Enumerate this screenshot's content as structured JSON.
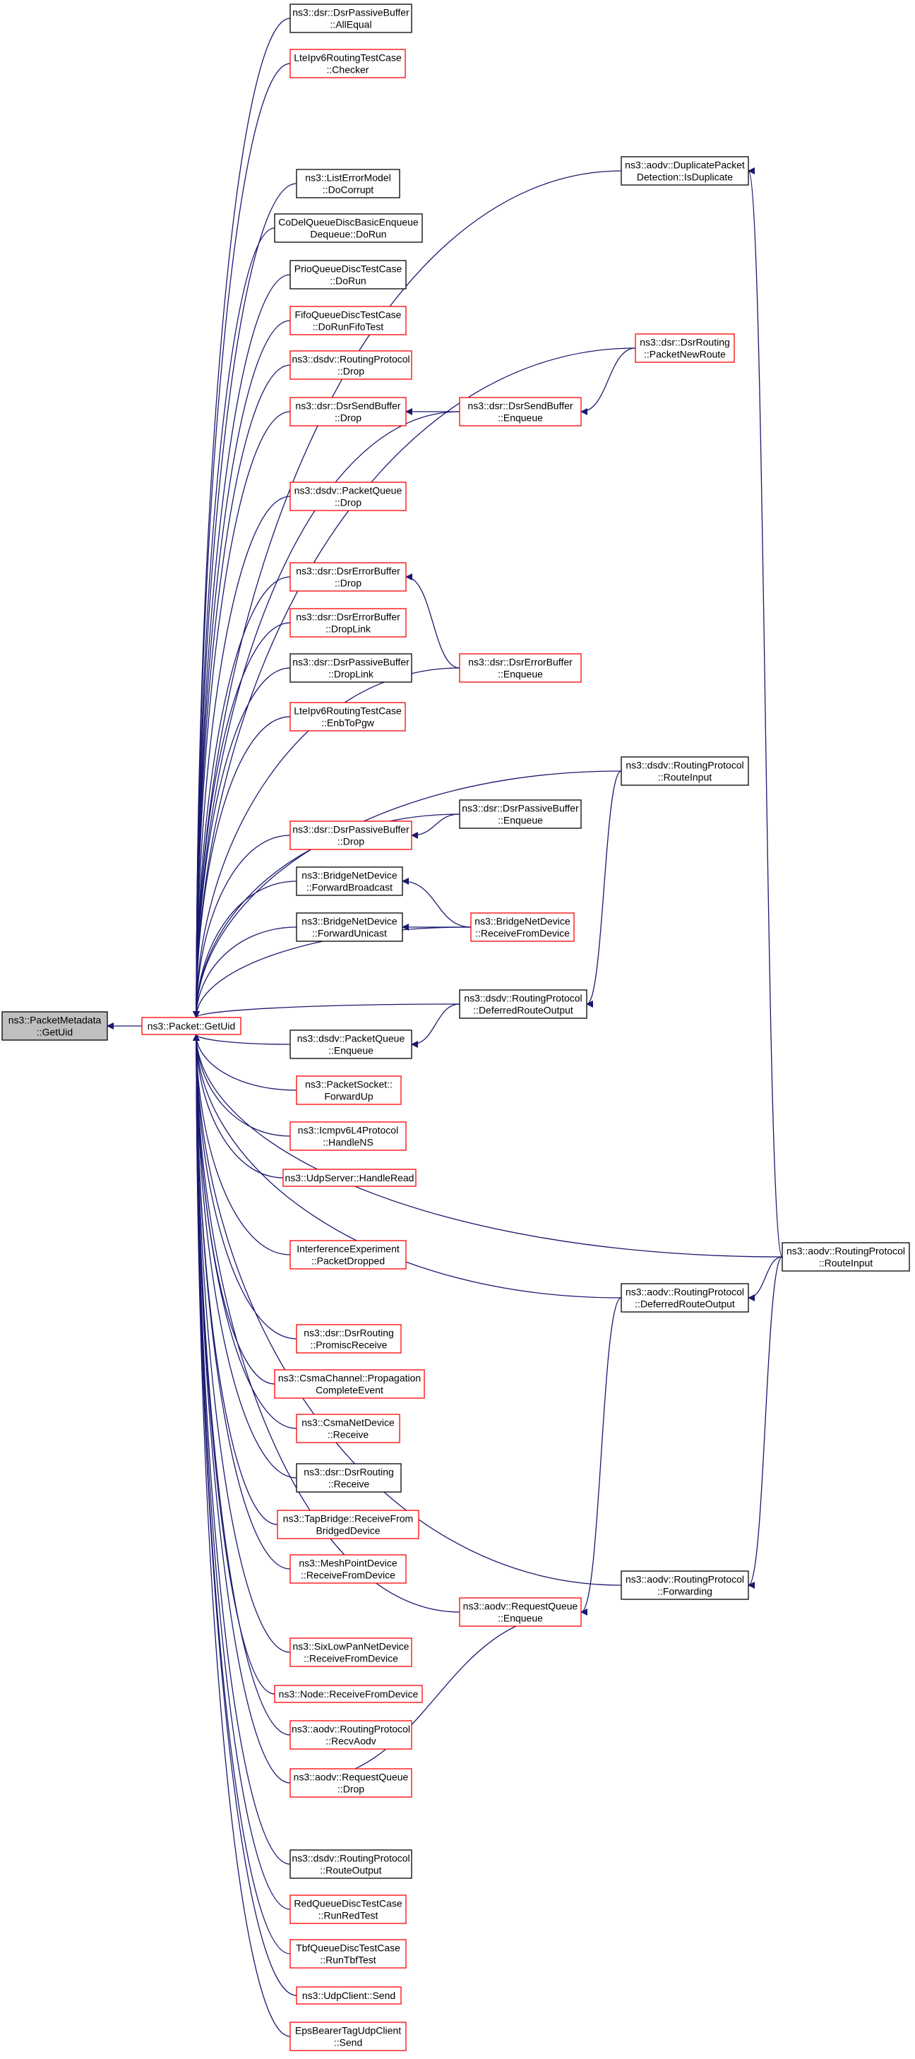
{
  "colors": {
    "edge": "#191970",
    "border_link": "#ff0000",
    "border_plain": "#000000",
    "fill_root": "#bfbfbf",
    "fill_node": "#ffffff"
  },
  "nodes": {
    "root": {
      "lines": [
        "ns3::PacketMetadata",
        "::GetUid"
      ],
      "style": "root"
    },
    "getuid": {
      "lines": [
        "ns3::Packet::GetUid"
      ],
      "style": "link"
    },
    "c1": {
      "lines": [
        "ns3::dsr::DsrPassiveBuffer",
        "::AllEqual"
      ],
      "style": "plain"
    },
    "c2": {
      "lines": [
        "LteIpv6RoutingTestCase",
        "::Checker"
      ],
      "style": "link"
    },
    "c3": {
      "lines": [
        "ns3::ListErrorModel",
        "::DoCorrupt"
      ],
      "style": "plain"
    },
    "c4": {
      "lines": [
        "CoDelQueueDiscBasicEnqueue",
        "Dequeue::DoRun"
      ],
      "style": "plain"
    },
    "c5": {
      "lines": [
        "PrioQueueDiscTestCase",
        "::DoRun"
      ],
      "style": "plain"
    },
    "c6": {
      "lines": [
        "FifoQueueDiscTestCase",
        "::DoRunFifoTest"
      ],
      "style": "link"
    },
    "c7": {
      "lines": [
        "ns3::dsdv::RoutingProtocol",
        "::Drop"
      ],
      "style": "link"
    },
    "c8": {
      "lines": [
        "ns3::dsr::DsrSendBuffer",
        "::Drop"
      ],
      "style": "link"
    },
    "c9": {
      "lines": [
        "ns3::dsdv::PacketQueue",
        "::Drop"
      ],
      "style": "link"
    },
    "c10": {
      "lines": [
        "ns3::dsr::DsrErrorBuffer",
        "::Drop"
      ],
      "style": "link"
    },
    "c11": {
      "lines": [
        "ns3::dsr::DsrErrorBuffer",
        "::DropLink"
      ],
      "style": "link"
    },
    "c12": {
      "lines": [
        "ns3::dsr::DsrPassiveBuffer",
        "::DropLink"
      ],
      "style": "plain"
    },
    "c13": {
      "lines": [
        "LteIpv6RoutingTestCase",
        "::EnbToPgw"
      ],
      "style": "link"
    },
    "c14": {
      "lines": [
        "ns3::dsr::DsrPassiveBuffer",
        "::Drop"
      ],
      "style": "link"
    },
    "c15": {
      "lines": [
        "ns3::BridgeNetDevice",
        "::ForwardBroadcast"
      ],
      "style": "plain"
    },
    "c16": {
      "lines": [
        "ns3::BridgeNetDevice",
        "::ForwardUnicast"
      ],
      "style": "plain"
    },
    "c17": {
      "lines": [
        "ns3::dsdv::PacketQueue",
        "::Enqueue"
      ],
      "style": "plain"
    },
    "c18": {
      "lines": [
        "ns3::PacketSocket::",
        "ForwardUp"
      ],
      "style": "link"
    },
    "c19": {
      "lines": [
        "ns3::Icmpv6L4Protocol",
        "::HandleNS"
      ],
      "style": "link"
    },
    "c20": {
      "lines": [
        "ns3::UdpServer::HandleRead"
      ],
      "style": "link"
    },
    "c21": {
      "lines": [
        "InterferenceExperiment",
        "::PacketDropped"
      ],
      "style": "link"
    },
    "c22": {
      "lines": [
        "ns3::dsr::DsrRouting",
        "::PromiscReceive"
      ],
      "style": "link"
    },
    "c23": {
      "lines": [
        "ns3::CsmaChannel::Propagation",
        "CompleteEvent"
      ],
      "style": "link"
    },
    "c24": {
      "lines": [
        "ns3::CsmaNetDevice",
        "::Receive"
      ],
      "style": "link"
    },
    "c25": {
      "lines": [
        "ns3::dsr::DsrRouting",
        "::Receive"
      ],
      "style": "plain"
    },
    "c26": {
      "lines": [
        "ns3::TapBridge::ReceiveFrom",
        "BridgedDevice"
      ],
      "style": "link"
    },
    "c27": {
      "lines": [
        "ns3::MeshPointDevice",
        "::ReceiveFromDevice"
      ],
      "style": "link"
    },
    "c28": {
      "lines": [
        "ns3::SixLowPanNetDevice",
        "::ReceiveFromDevice"
      ],
      "style": "link"
    },
    "c29": {
      "lines": [
        "ns3::Node::ReceiveFromDevice"
      ],
      "style": "link"
    },
    "c30": {
      "lines": [
        "ns3::aodv::RoutingProtocol",
        "::RecvAodv"
      ],
      "style": "link"
    },
    "c31": {
      "lines": [
        "ns3::aodv::RequestQueue",
        "::Drop"
      ],
      "style": "link"
    },
    "c32": {
      "lines": [
        "ns3::dsdv::RoutingProtocol",
        "::RouteOutput"
      ],
      "style": "plain"
    },
    "c33": {
      "lines": [
        "RedQueueDiscTestCase",
        "::RunRedTest"
      ],
      "style": "link"
    },
    "c34": {
      "lines": [
        "TbfQueueDiscTestCase",
        "::RunTbfTest"
      ],
      "style": "link"
    },
    "c35": {
      "lines": [
        "ns3::UdpClient::Send"
      ],
      "style": "link"
    },
    "c36": {
      "lines": [
        "EpsBearerTagUdpClient",
        "::Send"
      ],
      "style": "link"
    },
    "d1": {
      "lines": [
        "ns3::dsr::DsrSendBuffer",
        "::Enqueue"
      ],
      "style": "link"
    },
    "d2": {
      "lines": [
        "ns3::dsr::DsrErrorBuffer",
        "::Enqueue"
      ],
      "style": "link"
    },
    "d3": {
      "lines": [
        "ns3::dsr::DsrPassiveBuffer",
        "::Enqueue"
      ],
      "style": "plain"
    },
    "d4": {
      "lines": [
        "ns3::BridgeNetDevice",
        "::ReceiveFromDevice"
      ],
      "style": "link"
    },
    "d5": {
      "lines": [
        "ns3::dsdv::RoutingProtocol",
        "::DeferredRouteOutput"
      ],
      "style": "plain"
    },
    "d6": {
      "lines": [
        "ns3::aodv::RequestQueue",
        "::Enqueue"
      ],
      "style": "link"
    },
    "e1": {
      "lines": [
        "ns3::aodv::DuplicatePacket",
        "Detection::IsDuplicate"
      ],
      "style": "plain"
    },
    "e2": {
      "lines": [
        "ns3::dsr::DsrRouting",
        "::PacketNewRoute"
      ],
      "style": "link"
    },
    "e3": {
      "lines": [
        "ns3::dsdv::RoutingProtocol",
        "::RouteInput"
      ],
      "style": "plain"
    },
    "e4": {
      "lines": [
        "ns3::aodv::RoutingProtocol",
        "::DeferredRouteOutput"
      ],
      "style": "plain"
    },
    "e5": {
      "lines": [
        "ns3::aodv::RoutingProtocol",
        "::Forwarding"
      ],
      "style": "plain"
    },
    "f1": {
      "lines": [
        "ns3::aodv::RoutingProtocol",
        "::RouteInput"
      ],
      "style": "plain"
    }
  },
  "edges": [
    [
      "getuid",
      "root"
    ],
    [
      "c1",
      "getuid"
    ],
    [
      "c2",
      "getuid"
    ],
    [
      "c3",
      "getuid"
    ],
    [
      "c4",
      "getuid"
    ],
    [
      "c5",
      "getuid"
    ],
    [
      "c6",
      "getuid"
    ],
    [
      "c7",
      "getuid"
    ],
    [
      "c8",
      "getuid"
    ],
    [
      "c9",
      "getuid"
    ],
    [
      "c10",
      "getuid"
    ],
    [
      "c11",
      "getuid"
    ],
    [
      "c12",
      "getuid"
    ],
    [
      "c13",
      "getuid"
    ],
    [
      "c14",
      "getuid"
    ],
    [
      "c15",
      "getuid"
    ],
    [
      "c16",
      "getuid"
    ],
    [
      "c17",
      "getuid"
    ],
    [
      "c18",
      "getuid"
    ],
    [
      "c19",
      "getuid"
    ],
    [
      "c20",
      "getuid"
    ],
    [
      "c21",
      "getuid"
    ],
    [
      "c22",
      "getuid"
    ],
    [
      "c23",
      "getuid"
    ],
    [
      "c24",
      "getuid"
    ],
    [
      "c25",
      "getuid"
    ],
    [
      "c26",
      "getuid"
    ],
    [
      "c27",
      "getuid"
    ],
    [
      "c28",
      "getuid"
    ],
    [
      "c29",
      "getuid"
    ],
    [
      "c30",
      "getuid"
    ],
    [
      "c31",
      "getuid"
    ],
    [
      "c32",
      "getuid"
    ],
    [
      "c33",
      "getuid"
    ],
    [
      "c34",
      "getuid"
    ],
    [
      "c35",
      "getuid"
    ],
    [
      "c36",
      "getuid"
    ],
    [
      "d1",
      "getuid"
    ],
    [
      "d2",
      "getuid"
    ],
    [
      "d3",
      "getuid"
    ],
    [
      "d4",
      "getuid"
    ],
    [
      "d5",
      "getuid"
    ],
    [
      "d6",
      "getuid"
    ],
    [
      "e1",
      "getuid"
    ],
    [
      "e2",
      "getuid"
    ],
    [
      "e3",
      "getuid"
    ],
    [
      "e4",
      "getuid"
    ],
    [
      "e5",
      "getuid"
    ],
    [
      "f1",
      "getuid"
    ],
    [
      "d1",
      "c8"
    ],
    [
      "e2",
      "d1"
    ],
    [
      "d2",
      "c10"
    ],
    [
      "d3",
      "c14"
    ],
    [
      "d4",
      "c15"
    ],
    [
      "d4",
      "c16"
    ],
    [
      "d5",
      "c17"
    ],
    [
      "e3",
      "d5"
    ],
    [
      "e4",
      "d6"
    ],
    [
      "f1",
      "e4"
    ],
    [
      "c31",
      "d6"
    ],
    [
      "f1",
      "e1"
    ],
    [
      "f1",
      "e5"
    ]
  ]
}
